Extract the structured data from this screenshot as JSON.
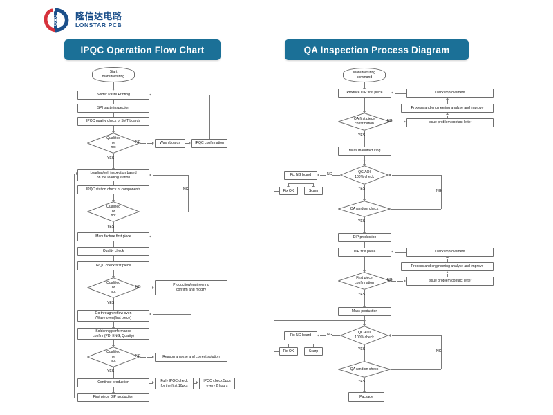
{
  "brand": {
    "logo_icon": "lonstar-pcb-logo-icon",
    "name_cn": "隆信达电路",
    "name_en": "LONSTAR PCB",
    "accent_color": "#1b4f8a"
  },
  "banners": {
    "left_title": "IPQC Operation Flow Chart",
    "right_title": "QA Inspection Process Diagram",
    "color": "#1b7097"
  },
  "labels": {
    "yes": "YES",
    "ng": "NG"
  },
  "left_chart": {
    "title": "IPQC Operation Flow Chart",
    "nodes": {
      "start": "Start\nmanufacturing",
      "n1": "Solder Paste Printing",
      "n2": "SPI paste inspection",
      "n3": "IPQC quality check of SMT boards",
      "d1": "Qualified\nor\nnot",
      "wash": "Wash boards",
      "ipqc_conf": "IPQC confirmation",
      "n4": "Loading/self inspection based\non the loading station",
      "n5": "IPQC station check of components",
      "d2": "Qualified\nor\nnot",
      "n6": "Manufacture first piece",
      "n7": "Quality check",
      "n8": "IPQC check first piece",
      "d3": "Qualified\nor\nnot",
      "prod_eng": "Production/engineering\nconfirm and modify",
      "n9": "Go through reflow oven\n/Wave oven(first piece)",
      "n10": "Soldering performance\nconfirm(PD, ENG, Quality)",
      "d4": "Qualified\nor\nnot",
      "reason": "Reason analyse and correct solution",
      "n11": "Continue production",
      "fully_ipqc": "Fully IPQC check\nfor the first 10pcs",
      "ipqc_5pcs": "IPQC check 5pcs\nevery 2 hours",
      "n12": "First piece DIP production"
    }
  },
  "right_chart": {
    "title": "QA Inspection Process Diagram",
    "nodes": {
      "start": "Manufacturing\ncommand",
      "r1": "Produce DIP first piece",
      "track1": "Track improvement",
      "proc1": "Process and engineering analyse and improve",
      "d1": "QA first piece\nconfirmation",
      "issue1": "Issue problem contact letter",
      "r2": "Mass manufacturing",
      "d2": "QC/AOI\n100% check",
      "fix1": "Fix NG board",
      "fixok1": "Fix OK",
      "scarp1": "Scarp",
      "d3": "QA random check",
      "r3": "DIP production",
      "r4": "DIP first piece",
      "track2": "Track improvement",
      "proc2": "Process and engineering analyse and improve",
      "d4": "First piece\nconfirmation",
      "issue2": "Issue problem contact letter",
      "r5": "Mass production",
      "d5": "QC/AOI\n100% check",
      "fix2": "Fix NG board",
      "fixok2": "Fix OK",
      "scarp2": "Scarp",
      "d6": "QA random check",
      "r6": "Package"
    }
  }
}
